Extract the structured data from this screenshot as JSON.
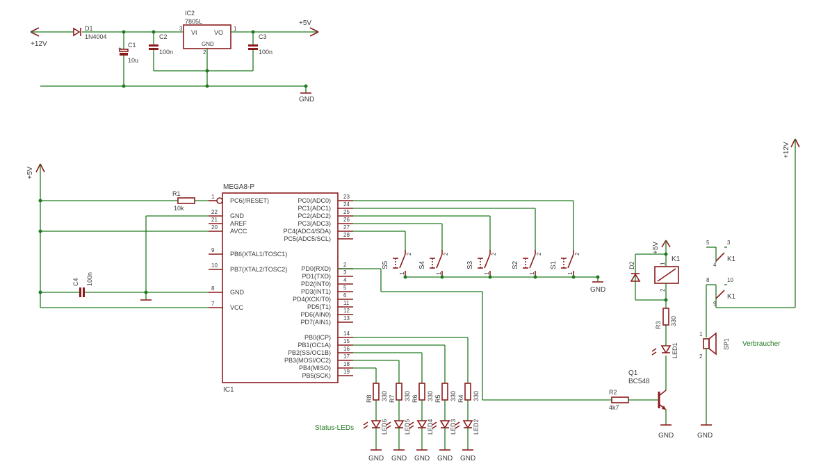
{
  "power": {
    "v12_in": "+12V",
    "d1_name": "D1",
    "d1_value": "1N4004",
    "c1_name": "C1",
    "c1_value": "10u",
    "c2_name": "C2",
    "c2_value": "100n",
    "c3_name": "C3",
    "c3_value": "100n",
    "ic2_name": "IC2",
    "ic2_value": "7805L",
    "ic2_vi": "VI",
    "ic2_vo": "VO",
    "ic2_gnd": "GND",
    "ic2_pin_in": "3",
    "ic2_pin_out": "1",
    "ic2_pin_gnd": "2",
    "v5_out": "+5V",
    "gnd": "GND"
  },
  "mcu": {
    "part": "MEGA8-P",
    "name": "IC1",
    "left_pins": [
      {
        "num": "1",
        "name": "PC6(/RESET)"
      },
      {
        "num": "22",
        "name": "GND"
      },
      {
        "num": "21",
        "name": "AREF"
      },
      {
        "num": "20",
        "name": "AVCC"
      },
      {
        "num": "9",
        "name": "PB6(XTAL1/TOSC1)"
      },
      {
        "num": "10",
        "name": "PB7(XTAL2/TOSC2)"
      },
      {
        "num": "8",
        "name": "GND"
      },
      {
        "num": "7",
        "name": "VCC"
      }
    ],
    "right_pins": [
      {
        "num": "23",
        "name": "PC0(ADC0)"
      },
      {
        "num": "24",
        "name": "PC1(ADC1)"
      },
      {
        "num": "25",
        "name": "PC2(ADC2)"
      },
      {
        "num": "26",
        "name": "PC3(ADC3)"
      },
      {
        "num": "27",
        "name": "PC4(ADC4/SDA)"
      },
      {
        "num": "28",
        "name": "PC5(ADC5/SCL)"
      },
      {
        "num": "2",
        "name": "PD0(RXD)"
      },
      {
        "num": "3",
        "name": "PD1(TXD)"
      },
      {
        "num": "4",
        "name": "PD2(INT0)"
      },
      {
        "num": "5",
        "name": "PD3(INT1)"
      },
      {
        "num": "6",
        "name": "PD4(XCK/T0)"
      },
      {
        "num": "11",
        "name": "PD5(T1)"
      },
      {
        "num": "12",
        "name": "PD6(AIN0)"
      },
      {
        "num": "13",
        "name": "PD7(AIN1)"
      },
      {
        "num": "14",
        "name": "PB0(ICP)"
      },
      {
        "num": "15",
        "name": "PB1(OC1A)"
      },
      {
        "num": "16",
        "name": "PB2(SS/OC1B)"
      },
      {
        "num": "17",
        "name": "PB3(MOSI/OC2)"
      },
      {
        "num": "18",
        "name": "PB4(MISO)"
      },
      {
        "num": "19",
        "name": "PB5(SCK)"
      }
    ]
  },
  "main": {
    "v5": "+5V",
    "v12": "+12V",
    "r1_name": "R1",
    "r1_value": "10k",
    "c4_name": "C4",
    "c4_value": "100n",
    "switches": [
      "S5",
      "S4",
      "S3",
      "S2",
      "S1"
    ],
    "sw_pin1": "1",
    "sw_pin2": "2",
    "gnd": "GND",
    "status_leds_label": "Status-LEDs",
    "resistors": [
      {
        "name": "R8",
        "value": "330"
      },
      {
        "name": "R7",
        "value": "330"
      },
      {
        "name": "R6",
        "value": "330"
      },
      {
        "name": "R5",
        "value": "330"
      },
      {
        "name": "R4",
        "value": "330"
      }
    ],
    "leds": [
      "LED6",
      "LED5",
      "LED4",
      "LED3",
      "LED2"
    ],
    "r2_name": "R2",
    "r2_value": "4k7",
    "q1_name": "Q1",
    "q1_value": "BC548",
    "r3_name": "R3",
    "r3_value": "330",
    "led1": "LED1",
    "d2": "D2",
    "k1": "K1",
    "k1_pins": {
      "a": "1",
      "b": "2",
      "c1": "5",
      "c2": "3",
      "c3": "4",
      "d1": "8",
      "d2": "10",
      "d3": "9"
    },
    "sp1": "SP1",
    "sp_pin1": "1",
    "sp_pin2": "2",
    "verbraucher": "Verbraucher"
  }
}
